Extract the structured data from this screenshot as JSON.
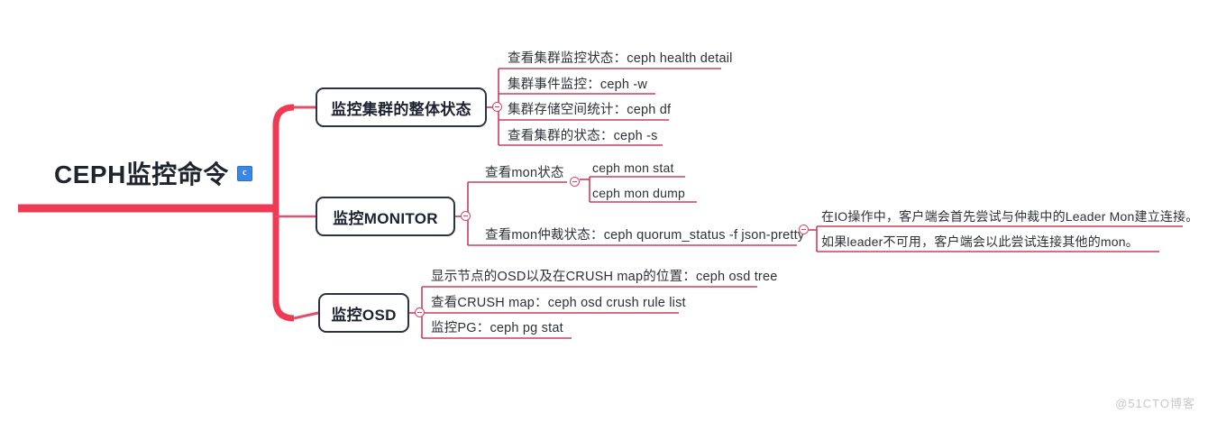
{
  "root": {
    "label": "CEPH监控命令",
    "badge": "c",
    "badge_icon": "letter-c-badge-icon"
  },
  "colors": {
    "trunk": "#ee3a52",
    "branch_line": "#c8405f",
    "box_border": "#2b3245",
    "text": "#2d3039",
    "badge": "#3b86e8"
  },
  "branches": [
    {
      "id": "cluster",
      "label": "监控集群的整体状态",
      "toggle": "collapse-toggle",
      "children": [
        {
          "label": "查看集群监控状态：ceph health detail"
        },
        {
          "label": "集群事件监控：ceph -w"
        },
        {
          "label": "集群存储空间统计：ceph df"
        },
        {
          "label": "查看集群的状态：ceph -s"
        }
      ]
    },
    {
      "id": "monitor",
      "label": "监控MONITOR",
      "toggle": "collapse-toggle",
      "children": [
        {
          "label": "查看mon状态",
          "toggle": "collapse-toggle",
          "children": [
            {
              "label": "ceph mon stat"
            },
            {
              "label": "ceph mon dump"
            }
          ]
        },
        {
          "label": "查看mon仲裁状态：ceph quorum_status -f json-pretty",
          "toggle": "collapse-toggle",
          "children": [
            {
              "label": "在IO操作中，客户端会首先尝试与仲裁中的Leader Mon建立连接。"
            },
            {
              "label": "如果leader不可用，客户端会以此尝试连接其他的mon。"
            }
          ]
        }
      ]
    },
    {
      "id": "osd",
      "label": "监控OSD",
      "toggle": "collapse-toggle",
      "children": [
        {
          "label": "显示节点的OSD以及在CRUSH map的位置：ceph osd tree"
        },
        {
          "label": "查看CRUSH map：ceph osd crush rule list"
        },
        {
          "label": "监控PG：ceph pg stat"
        }
      ]
    }
  ],
  "watermark": "@51CTO博客"
}
